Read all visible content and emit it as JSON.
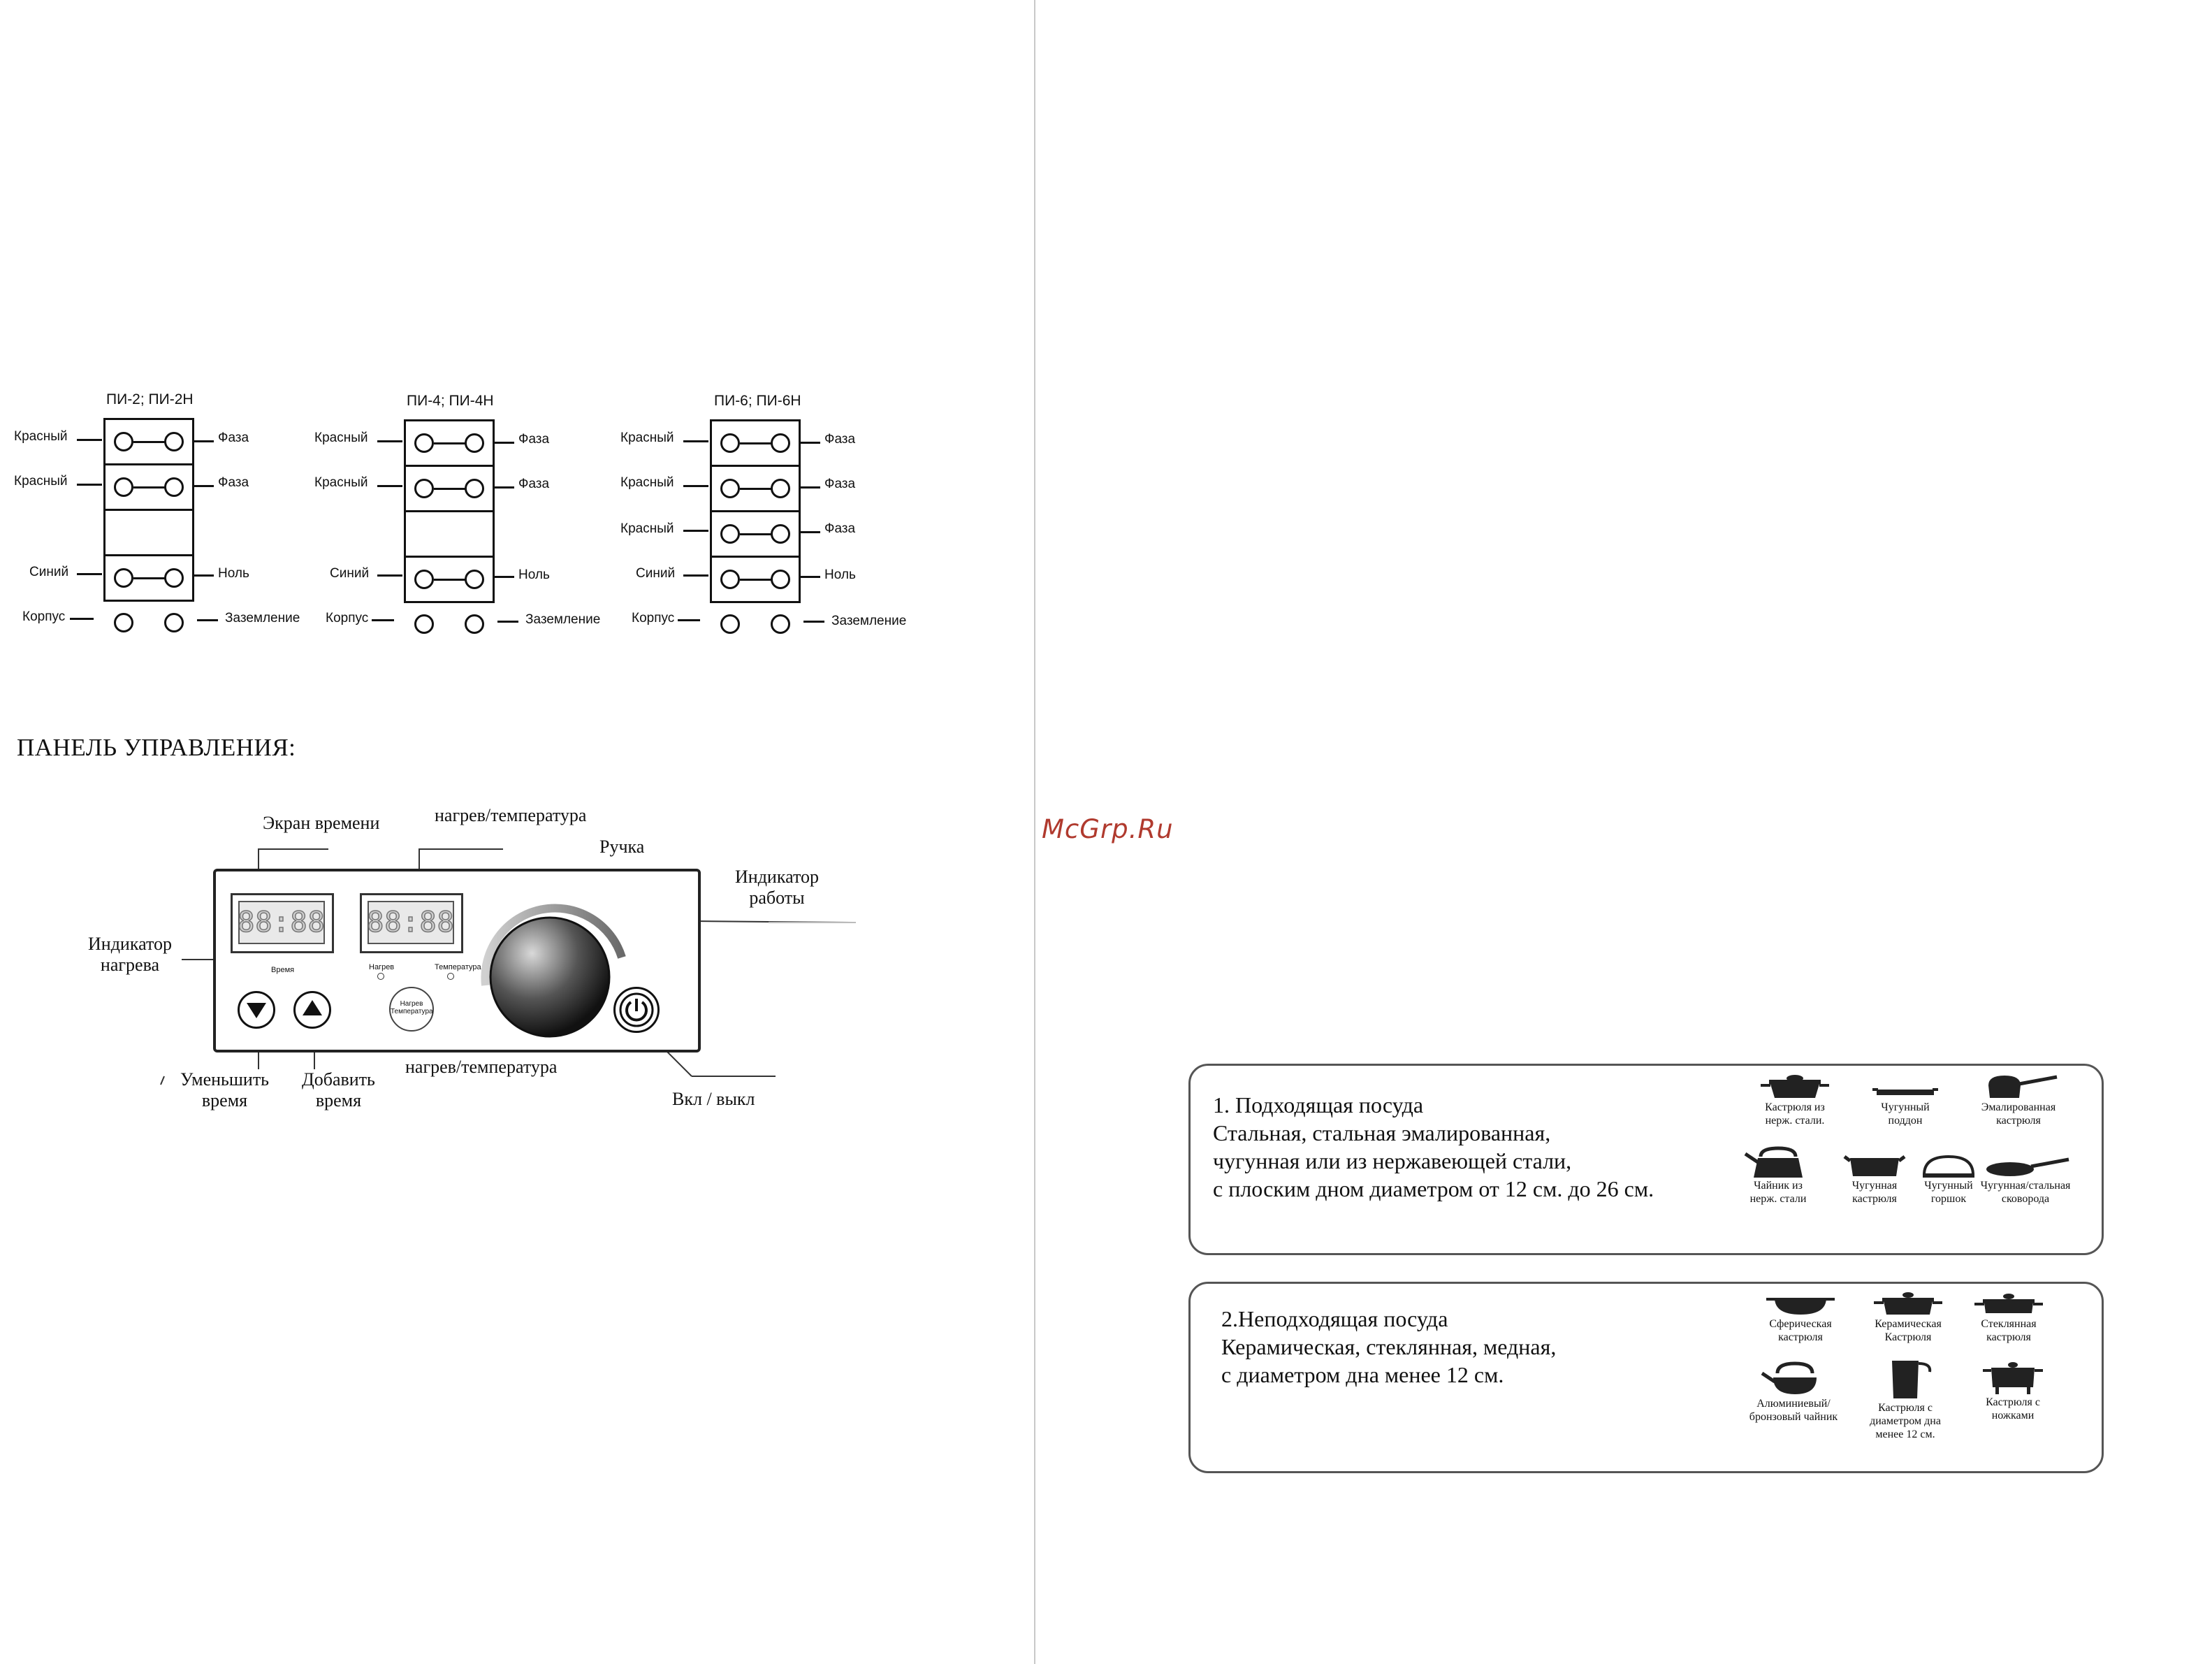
{
  "wiring": {
    "diagrams": [
      {
        "title": "ПИ-2; ПИ-2Н",
        "rows": [
          {
            "left": "Красный",
            "right": "Фаза"
          },
          {
            "left": "Красный",
            "right": "Фаза"
          },
          {
            "left": "",
            "right": ""
          },
          {
            "left": "Синий",
            "right": "Ноль"
          }
        ],
        "ground": {
          "left": "Корпус",
          "right": "Заземление"
        }
      },
      {
        "title": "ПИ-4; ПИ-4Н",
        "rows": [
          {
            "left": "Красный",
            "right": "Фаза"
          },
          {
            "left": "Красный",
            "right": "Фаза"
          },
          {
            "left": "",
            "right": ""
          },
          {
            "left": "Синий",
            "right": "Ноль"
          }
        ],
        "ground": {
          "left": "Корпус",
          "right": "Заземление"
        }
      },
      {
        "title": "ПИ-6; ПИ-6Н",
        "rows": [
          {
            "left": "Красный",
            "right": "Фаза"
          },
          {
            "left": "Красный",
            "right": "Фаза"
          },
          {
            "left": "Красный",
            "right": "Фаза"
          },
          {
            "left": "Синий",
            "right": "Ноль"
          }
        ],
        "ground": {
          "left": "Корпус",
          "right": "Заземление"
        }
      }
    ]
  },
  "control_panel": {
    "heading": "ПАНЕЛЬ УПРАВЛЕНИЯ:",
    "callouts": {
      "time_screen": "Экран времени",
      "heat_temp_top": "нагрев/температура",
      "knob": "Ручка",
      "work_indicator_line1": "Индикатор",
      "work_indicator_line2": "работы",
      "heat_indicator_line1": "Индикатор",
      "heat_indicator_line2": "нагрева",
      "decrease_line1": "Уменьшить",
      "decrease_line2": "время",
      "increase_line1": "Добавить",
      "increase_line2": "время",
      "heat_temp_bottom": "нагрев/температура",
      "power": "Вкл / выкл"
    },
    "display_digits": "88:88",
    "labels": {
      "time": "Время",
      "heat": "Нагрев",
      "temp": "Температура",
      "btn_line1": "Нагрев",
      "btn_line2": "Температура"
    }
  },
  "watermark": "McGrp.Ru",
  "suitable": {
    "lines": [
      "1. Подходящая посуда",
      "Стальная, стальная эмалированная,",
      "чугунная или из нержавеющей стали,",
      "с плоским дном диаметром от 12 см. до 26 см."
    ],
    "items": [
      {
        "l1": "Кастрюля из",
        "l2": "нерж. стали.",
        "l3": "",
        "icon": "stainless-pot-icon"
      },
      {
        "l1": "Чугунный",
        "l2": "поддон",
        "l3": "",
        "icon": "cast-iron-tray-icon"
      },
      {
        "l1": "Эмалированная",
        "l2": "кастрюля",
        "l3": "",
        "icon": "enamel-saucepan-icon"
      },
      {
        "l1": "Чайник из",
        "l2": "нерж. стали",
        "l3": "",
        "icon": "stainless-kettle-icon"
      },
      {
        "l1": "Чугунная",
        "l2": "кастрюля",
        "l3": "",
        "icon": "cast-iron-pot-icon"
      },
      {
        "l1": "Чугунный",
        "l2": "горшок",
        "l3": "",
        "icon": "cast-iron-dutch-oven-icon"
      },
      {
        "l1": "Чугунная/стальная",
        "l2": "сковорода",
        "l3": "",
        "icon": "frying-pan-icon"
      }
    ]
  },
  "unsuitable": {
    "lines": [
      "2.Неподходящая посуда",
      "Керамическая, стеклянная, медная,",
      "с диаметром дна менее 12 см."
    ],
    "items": [
      {
        "l1": "Сферическая",
        "l2": "кастрюля",
        "l3": "",
        "icon": "spherical-pot-icon"
      },
      {
        "l1": "Керамическая",
        "l2": "Кастрюля",
        "l3": "",
        "icon": "ceramic-pot-icon"
      },
      {
        "l1": "Стеклянная",
        "l2": "кастрюля",
        "l3": "",
        "icon": "glass-pot-icon"
      },
      {
        "l1": "Алюминиевый/",
        "l2": "бронзовый чайник",
        "l3": "",
        "icon": "aluminum-kettle-icon"
      },
      {
        "l1": "Кастрюля с",
        "l2": "диаметром дна",
        "l3": "менее 12 см.",
        "icon": "small-base-pot-icon"
      },
      {
        "l1": "Кастрюля с",
        "l2": "ножками",
        "l3": "",
        "icon": "legged-pot-icon"
      }
    ]
  }
}
